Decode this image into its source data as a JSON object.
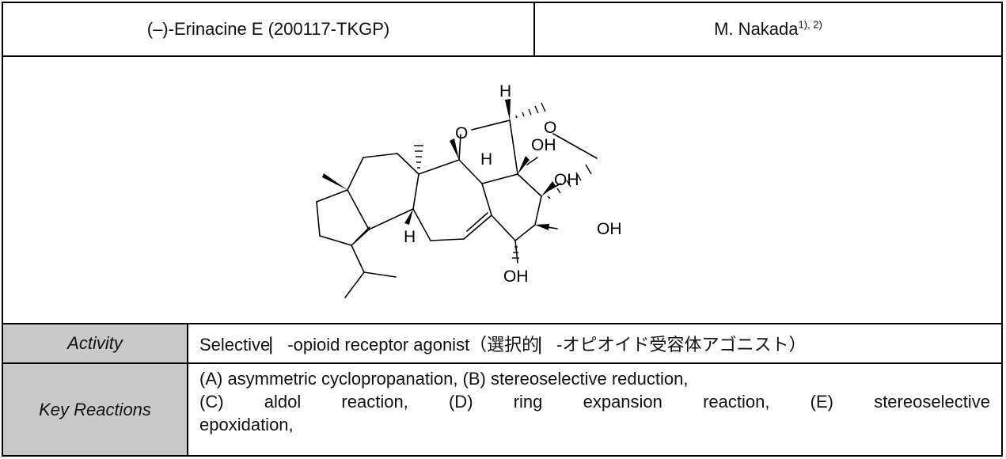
{
  "header": {
    "compound": "(–)-Erinacine E (200117-TKGP)",
    "author": "M. Nakada",
    "author_sup": "1), 2)"
  },
  "structure": {
    "atom_labels": {
      "h_top": "H",
      "o_bridge": "O",
      "o_ring": "O",
      "oh1": "OH",
      "h_mid": "H",
      "oh2": "OH",
      "oh3": "OH",
      "h_low": "H",
      "oh4": "OH"
    }
  },
  "activity": {
    "label": "Activity",
    "value": "Selective⎸-opioid receptor agonist（選択的⎸-オピオイド受容体アゴニスト）"
  },
  "key_reactions": {
    "label": "Key Reactions",
    "lines": [
      "(A) asymmetric cyclopropanation, (B) stereoselective reduction,",
      [
        "(C)",
        "aldol",
        "reaction,",
        "(D)",
        "ring",
        "expansion",
        "reaction,",
        "(E)",
        "stereoselective"
      ],
      "epoxidation,"
    ]
  }
}
